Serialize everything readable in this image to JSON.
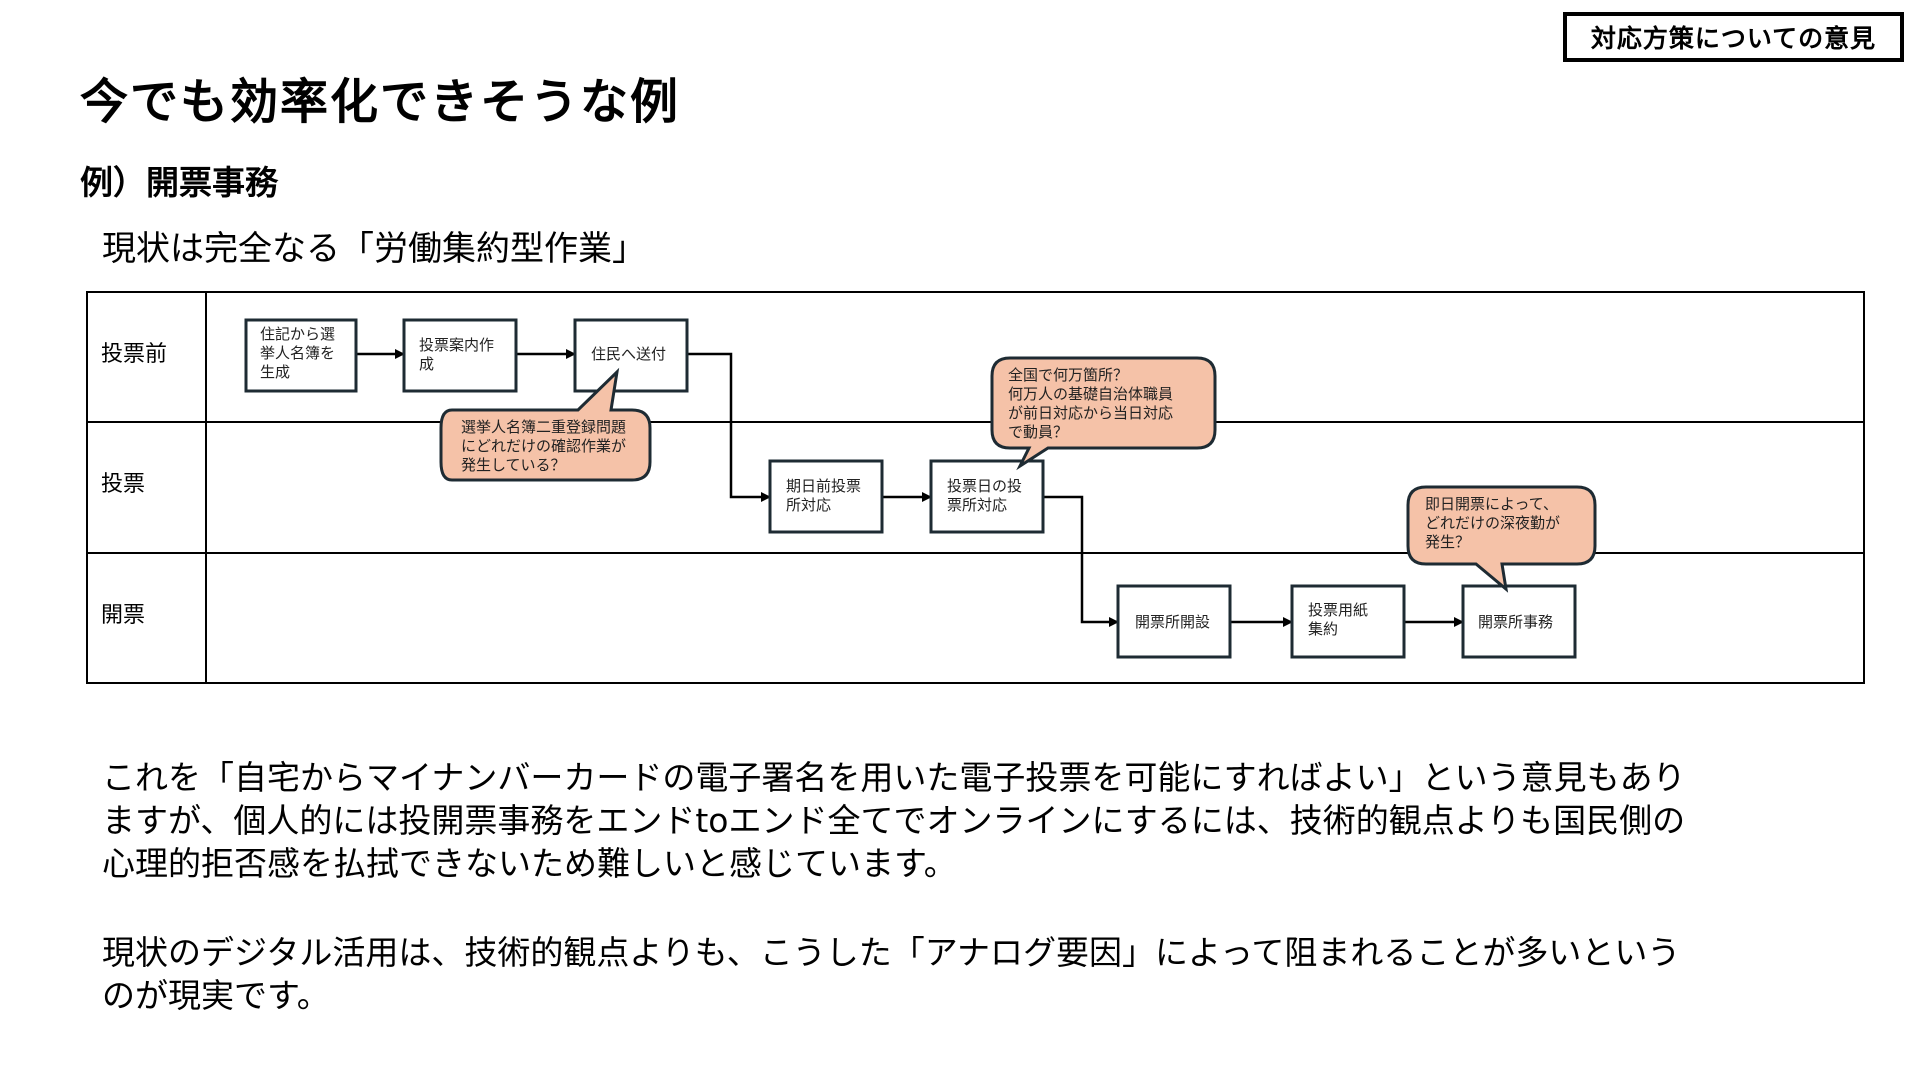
{
  "header": {
    "tag": "対応方策についての意見",
    "title": "今でも効率化できそうな例",
    "subtitle": "例）開票事務",
    "lead": "現状は完全なる「労働集約型作業」"
  },
  "diagram": {
    "lanes": [
      "投票前",
      "投票",
      "開票"
    ],
    "steps": [
      {
        "lines": [
          "住記から選",
          "挙人名簿を",
          "生成"
        ]
      },
      {
        "lines": [
          "投票案内作",
          "成"
        ]
      },
      {
        "lines": [
          "住民へ送付"
        ]
      },
      {
        "lines": [
          "期日前投票",
          "所対応"
        ]
      },
      {
        "lines": [
          "投票日の投",
          "票所対応"
        ]
      },
      {
        "lines": [
          "開票所開設"
        ]
      },
      {
        "lines": [
          "投票用紙",
          "集約"
        ]
      },
      {
        "lines": [
          "開票所事務"
        ]
      }
    ],
    "callouts": [
      {
        "lines": [
          "選挙人名簿二重登録問題",
          "にどれだけの確認作業が",
          "発生している？"
        ]
      },
      {
        "lines": [
          "全国で何万箇所？",
          "何万人の基礎自治体職員",
          "が前日対応から当日対応",
          "で動員？"
        ]
      },
      {
        "lines": [
          "即日開票によって、",
          "どれだけの深夜勤が",
          "発生？"
        ]
      }
    ],
    "colors": {
      "callout_fill": "#f5c2a8",
      "box_border": "#1e2b33"
    }
  },
  "paragraphs": [
    [
      "これを「自宅からマイナンバーカードの電子署名を用いた電子投票を可能にすればよい」という意見もあり",
      "ますが、個人的には投開票事務をエンドtoエンド全てでオンラインにするには、技術的観点よりも国民側の",
      "心理的拒否感を払拭できないため難しいと感じています。"
    ],
    [
      "現状のデジタル活用は、技術的観点よりも、こうした「アナログ要因」によって阻まれることが多いという",
      "のが現実です。"
    ]
  ]
}
